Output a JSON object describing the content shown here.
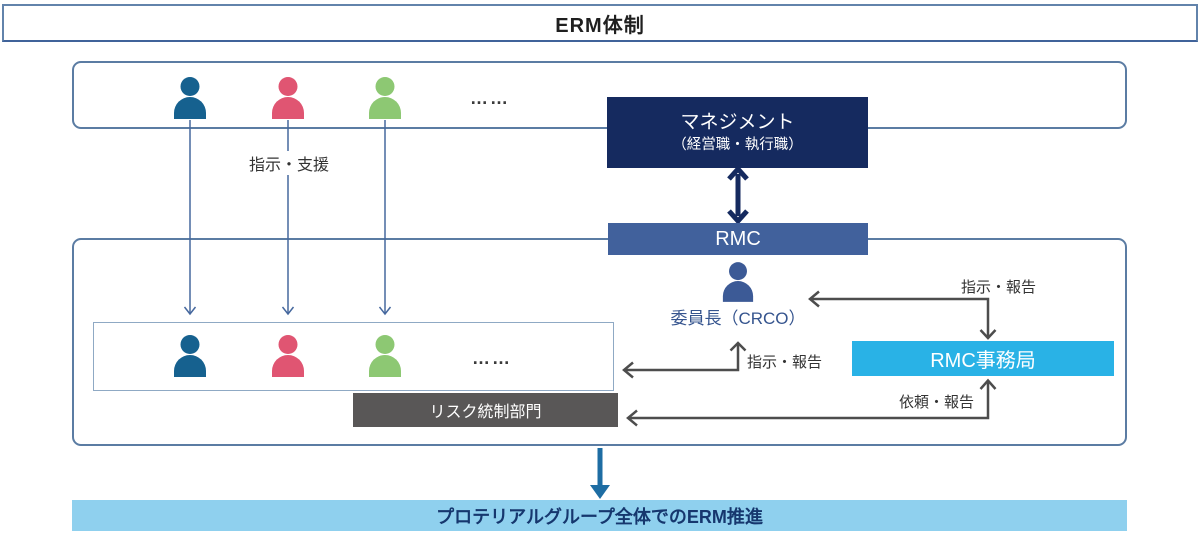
{
  "title": "ERM体制",
  "top_group": {
    "dots": "……",
    "persons": [
      "person-blue",
      "person-pink",
      "person-green"
    ]
  },
  "management": {
    "line1": "マネジメント",
    "line2": "（経営職・執行職）"
  },
  "rmc": {
    "label": "RMC"
  },
  "chair": {
    "label": "委員長（CRCO）"
  },
  "lower_group": {
    "dots": "……",
    "persons": [
      "person-blue",
      "person-pink",
      "person-green"
    ],
    "risk_control": "リスク統制部門"
  },
  "rmc_office": {
    "label": "RMC事務局"
  },
  "bottom_bar": {
    "label": "プロテリアルグループ全体でのERM推進"
  },
  "arrow_labels": {
    "instruction_support": "指示・支援",
    "instruction_report_chair": "指示・報告",
    "instruction_report_office": "指示・報告",
    "request_report": "依頼・報告"
  },
  "edges": [
    {
      "from": "top-persons",
      "to": "lower-members",
      "label": "指示・支援",
      "style": "thin-blue"
    },
    {
      "from": "management",
      "to": "rmc",
      "label": "",
      "style": "navy-double-arrow"
    },
    {
      "from": "chair",
      "to": "rmc-office",
      "label": "指示・報告",
      "style": "gray-double-arrow"
    },
    {
      "from": "chair",
      "to": "lower-members",
      "label": "指示・報告",
      "style": "gray-double-arrow"
    },
    {
      "from": "risk-control",
      "to": "rmc-office",
      "label": "依頼・報告",
      "style": "gray-double-arrow"
    },
    {
      "from": "lower-group",
      "to": "bottom-bar",
      "label": "",
      "style": "thick-blue-arrow"
    }
  ],
  "colors": {
    "navy": "#152a5f",
    "rmc_blue": "#41619c",
    "office_cyan": "#29b2e6",
    "bottom_light_blue": "#8fd0ee",
    "risk_gray": "#595757",
    "arrow_gray": "#4d4d4d",
    "thin_arrow_blue": "#46689e",
    "thick_arrow_blue": "#1e6da3",
    "border_blue": "#5b7ca3",
    "person_blue": "#16618f",
    "person_pink": "#e05572",
    "person_green": "#8dc873",
    "chair_blue": "#3c5a96"
  }
}
